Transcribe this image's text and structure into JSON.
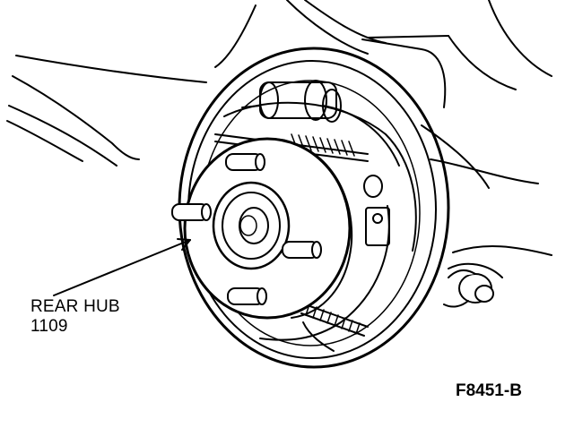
{
  "callout": {
    "name": "REAR HUB",
    "part_number": "1109"
  },
  "figure_code": "F8451-B"
}
